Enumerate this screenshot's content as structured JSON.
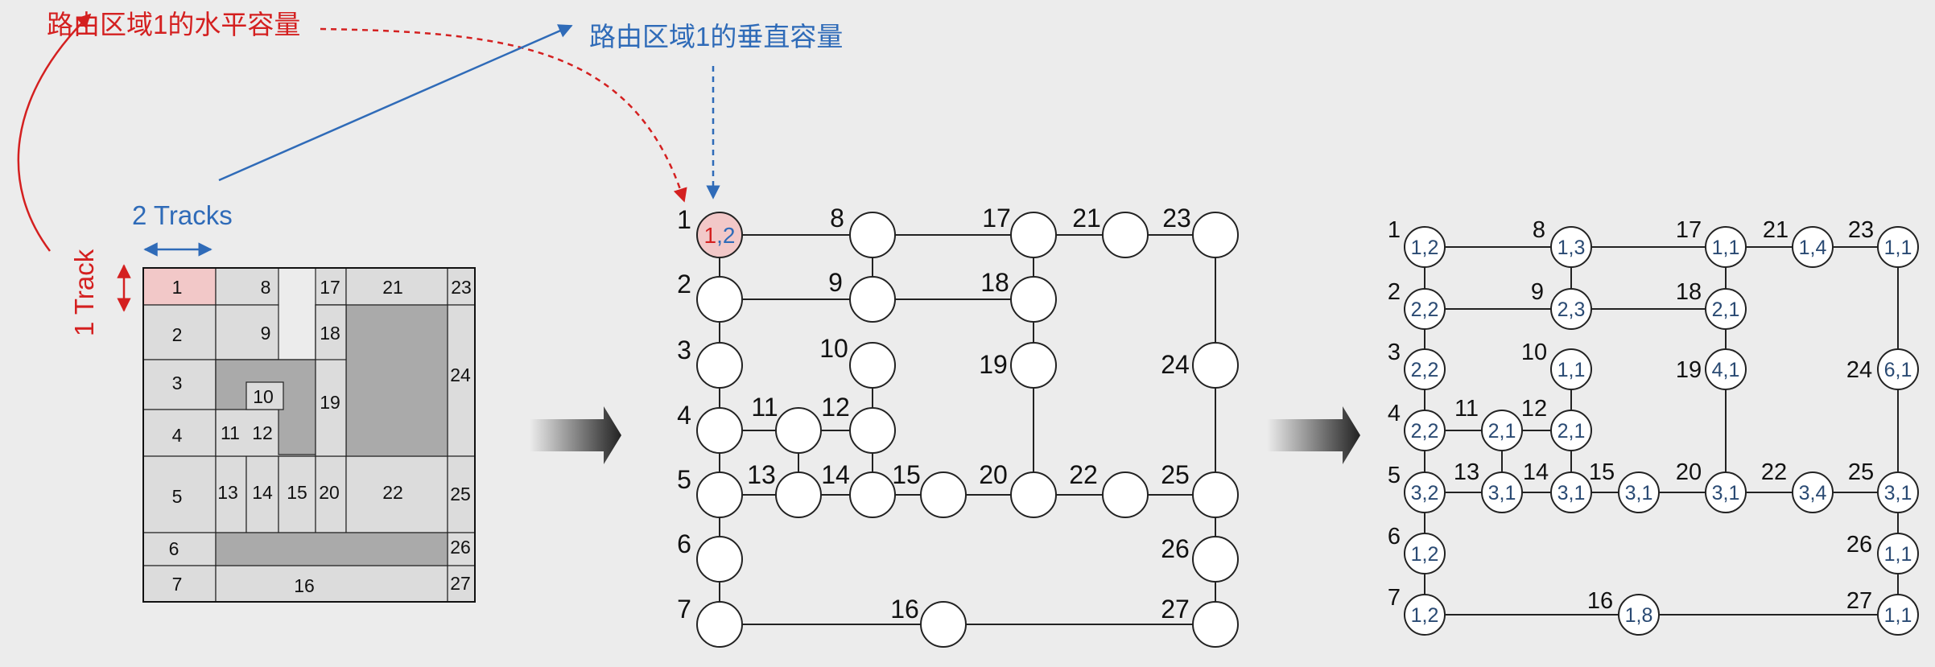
{
  "annotations": {
    "horizontal_capacity": "路由区域1的水平容量",
    "vertical_capacity": "路由区域1的垂直容量",
    "tracks_label": "2 Tracks",
    "track_label": "1 Track"
  },
  "colors": {
    "red": "#d42020",
    "blue": "#2f6bb8",
    "cell_light": "#dcdcdc",
    "cell_dark": "#aaaaaa",
    "cell_highlight": "#f2c8c8",
    "node_value_text": "#2a4a73"
  },
  "grid_regions": [
    "1",
    "8",
    "17",
    "21",
    "23",
    "2",
    "9",
    "18",
    "24",
    "3",
    "10",
    "19",
    "4",
    "11",
    "12",
    "5",
    "13",
    "14",
    "15",
    "20",
    "22",
    "25",
    "6",
    "26",
    "7",
    "16",
    "27"
  ],
  "nodes": [
    {
      "id": "1",
      "cap": "1,2"
    },
    {
      "id": "2",
      "cap": "2,2"
    },
    {
      "id": "3",
      "cap": "2,2"
    },
    {
      "id": "4",
      "cap": "2,2"
    },
    {
      "id": "5",
      "cap": "3,2"
    },
    {
      "id": "6",
      "cap": "1,2"
    },
    {
      "id": "7",
      "cap": "1,2"
    },
    {
      "id": "8",
      "cap": "1,3"
    },
    {
      "id": "9",
      "cap": "2,3"
    },
    {
      "id": "10",
      "cap": "1,1"
    },
    {
      "id": "11",
      "cap": "2,1"
    },
    {
      "id": "12",
      "cap": "2,1"
    },
    {
      "id": "13",
      "cap": "3,1"
    },
    {
      "id": "14",
      "cap": "3,1"
    },
    {
      "id": "15",
      "cap": "3,1"
    },
    {
      "id": "16",
      "cap": "1,8"
    },
    {
      "id": "17",
      "cap": "1,1"
    },
    {
      "id": "18",
      "cap": "2,1"
    },
    {
      "id": "19",
      "cap": "4,1"
    },
    {
      "id": "20",
      "cap": "3,1"
    },
    {
      "id": "21",
      "cap": "1,4"
    },
    {
      "id": "22",
      "cap": "3,4"
    },
    {
      "id": "23",
      "cap": "1,1"
    },
    {
      "id": "24",
      "cap": "6,1"
    },
    {
      "id": "25",
      "cap": "3,1"
    },
    {
      "id": "26",
      "cap": "1,1"
    },
    {
      "id": "27",
      "cap": "1,1"
    }
  ],
  "highlight_node": {
    "h": "1",
    "sep": ",",
    "v": "2"
  }
}
